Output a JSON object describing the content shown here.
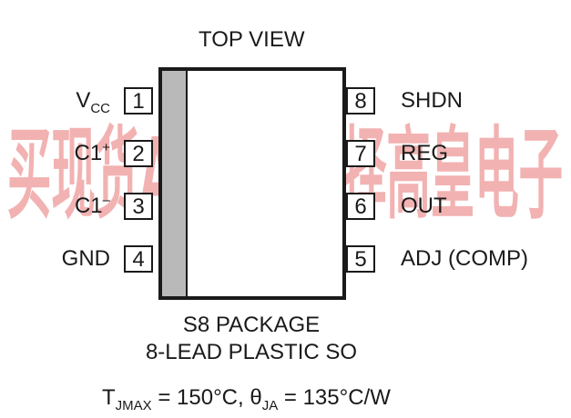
{
  "watermark": "买现货AD芯片选择高皇电子",
  "watermark_color": "#f0a5a5",
  "header": {
    "title": "TOP VIEW"
  },
  "pins_left": [
    {
      "number": "1",
      "label_main": "V",
      "label_sub": "CC",
      "label_sup": ""
    },
    {
      "number": "2",
      "label_main": "C1",
      "label_sub": "",
      "label_sup": "+"
    },
    {
      "number": "3",
      "label_main": "C1",
      "label_sub": "",
      "label_sup": "–"
    },
    {
      "number": "4",
      "label_main": "GND",
      "label_sub": "",
      "label_sup": ""
    }
  ],
  "pins_right": [
    {
      "number": "8",
      "label": "SHDN"
    },
    {
      "number": "7",
      "label": "REG"
    },
    {
      "number": "6",
      "label": "OUT"
    },
    {
      "number": "5",
      "label": "ADJ (COMP)"
    }
  ],
  "package": {
    "line1": "S8 PACKAGE",
    "line2": "8-LEAD PLASTIC SO"
  },
  "thermal": {
    "tj_main": "T",
    "tj_sub": "JMAX",
    "tj_value": " = 150°C, ",
    "theta_main": "θ",
    "theta_sub": "JA",
    "theta_value": " = 135°C/W"
  }
}
